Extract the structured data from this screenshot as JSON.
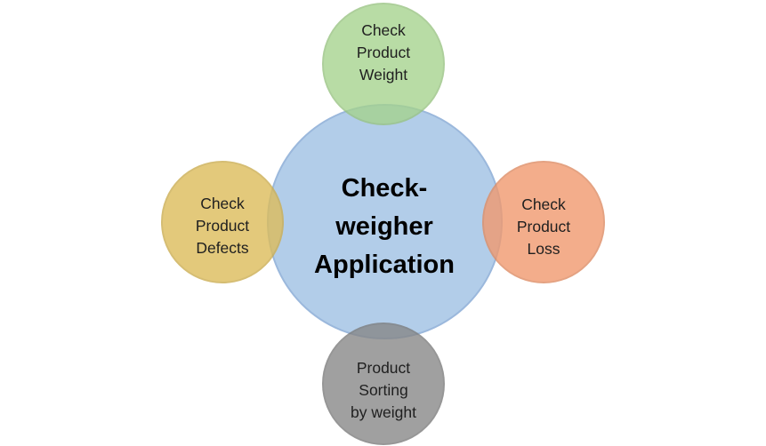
{
  "diagram": {
    "center": {
      "lines": [
        "Check-",
        "weigher",
        "Application"
      ],
      "color": "#b2cde9"
    },
    "nodes": {
      "top": {
        "lines": [
          "Check",
          "Product",
          "Weight"
        ],
        "color": "#a4d28c"
      },
      "right": {
        "lines": [
          "Check",
          "Product",
          "Loss"
        ],
        "color": "#f0996e"
      },
      "bottom": {
        "lines": [
          "Product",
          "Sorting",
          "by weight"
        ],
        "color": "#858585"
      },
      "left": {
        "lines": [
          "Check",
          "Product",
          "Defects"
        ],
        "color": "#dcbc5a"
      }
    }
  }
}
